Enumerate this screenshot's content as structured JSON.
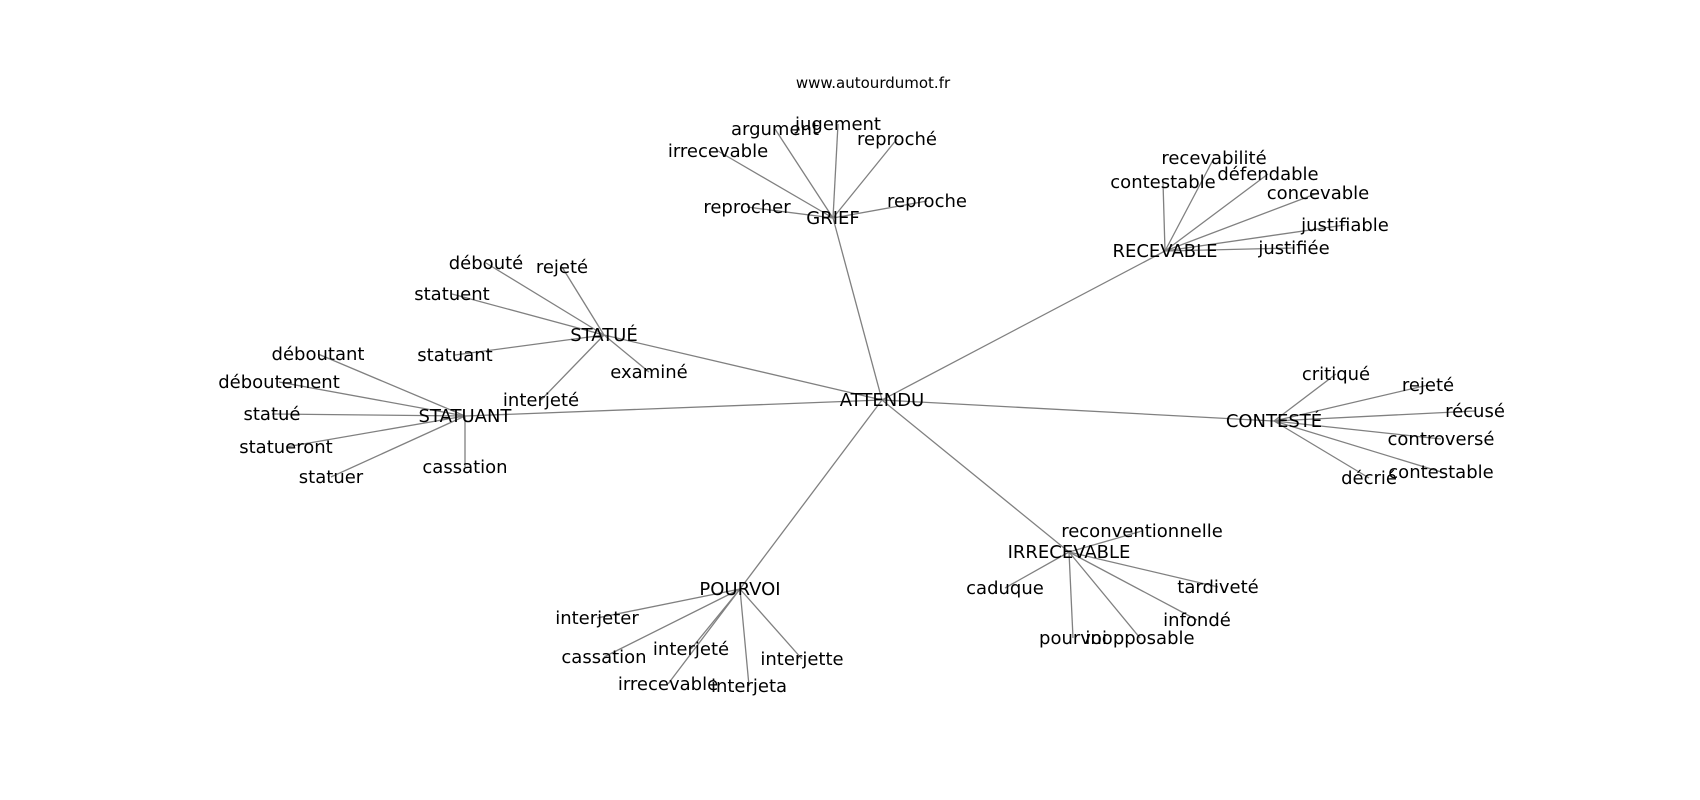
{
  "source": "www.autourdumot.fr",
  "center": "ATTENDU",
  "colors": {
    "edge": "#808080",
    "text": "#000000",
    "background": "#ffffff"
  },
  "clusters": [
    {
      "hub": "GRIEF",
      "leaves": [
        "argument",
        "jugement",
        "irrecevable",
        "reproché",
        "reprocher",
        "reproche"
      ]
    },
    {
      "hub": "RECEVABLE",
      "leaves": [
        "recevabilité",
        "contestable",
        "défendable",
        "concevable",
        "justifiable",
        "justifiée"
      ]
    },
    {
      "hub": "STATUÉ",
      "leaves": [
        "débouté",
        "rejeté",
        "statuent",
        "statuant",
        "examiné",
        "interjeté"
      ]
    },
    {
      "hub": "STATUANT",
      "leaves": [
        "déboutant",
        "déboutement",
        "statué",
        "statueront",
        "statuer",
        "cassation"
      ]
    },
    {
      "hub": "CONTESTÉ",
      "leaves": [
        "critiqué",
        "rejeté",
        "récusé",
        "controversé",
        "contestable",
        "décrié"
      ]
    },
    {
      "hub": "IRRECEVABLE",
      "leaves": [
        "reconventionnelle",
        "caduque",
        "tardiveté",
        "infondé",
        "pourvoi",
        "inopposable"
      ]
    },
    {
      "hub": "POURVOI",
      "leaves": [
        "interjeter",
        "cassation",
        "interjeté",
        "interjette",
        "irrecevable",
        "interjeta"
      ]
    }
  ]
}
